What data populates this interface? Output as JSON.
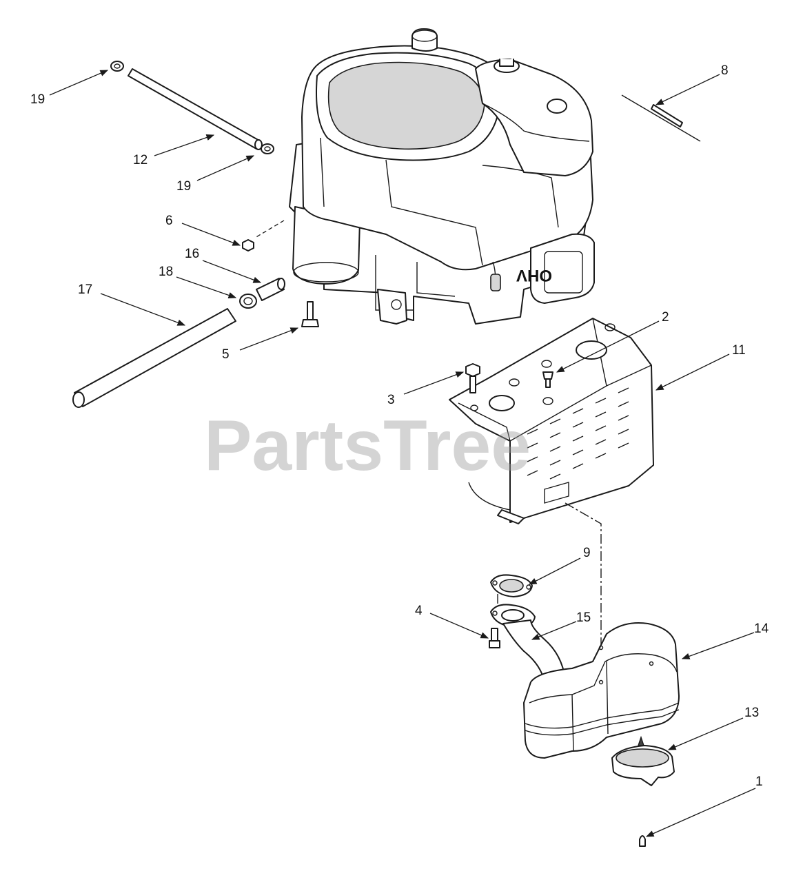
{
  "watermark": {
    "text": "PartsTree"
  },
  "engine": {
    "badge": "OHV"
  },
  "callouts": {
    "c1": "1",
    "c2": "2",
    "c3": "3",
    "c4": "4",
    "c5": "5",
    "c6": "6",
    "c8": "8",
    "c9": "9",
    "c11": "11",
    "c12": "12",
    "c13": "13",
    "c14": "14",
    "c15": "15",
    "c16": "16",
    "c17": "17",
    "c18": "18",
    "c19a": "19",
    "c19b": "19"
  },
  "colors": {
    "line": "#1a1a1a",
    "fill": "#ffffff",
    "shade": "#d6d6d6",
    "watermark": "#9a9a9a"
  }
}
